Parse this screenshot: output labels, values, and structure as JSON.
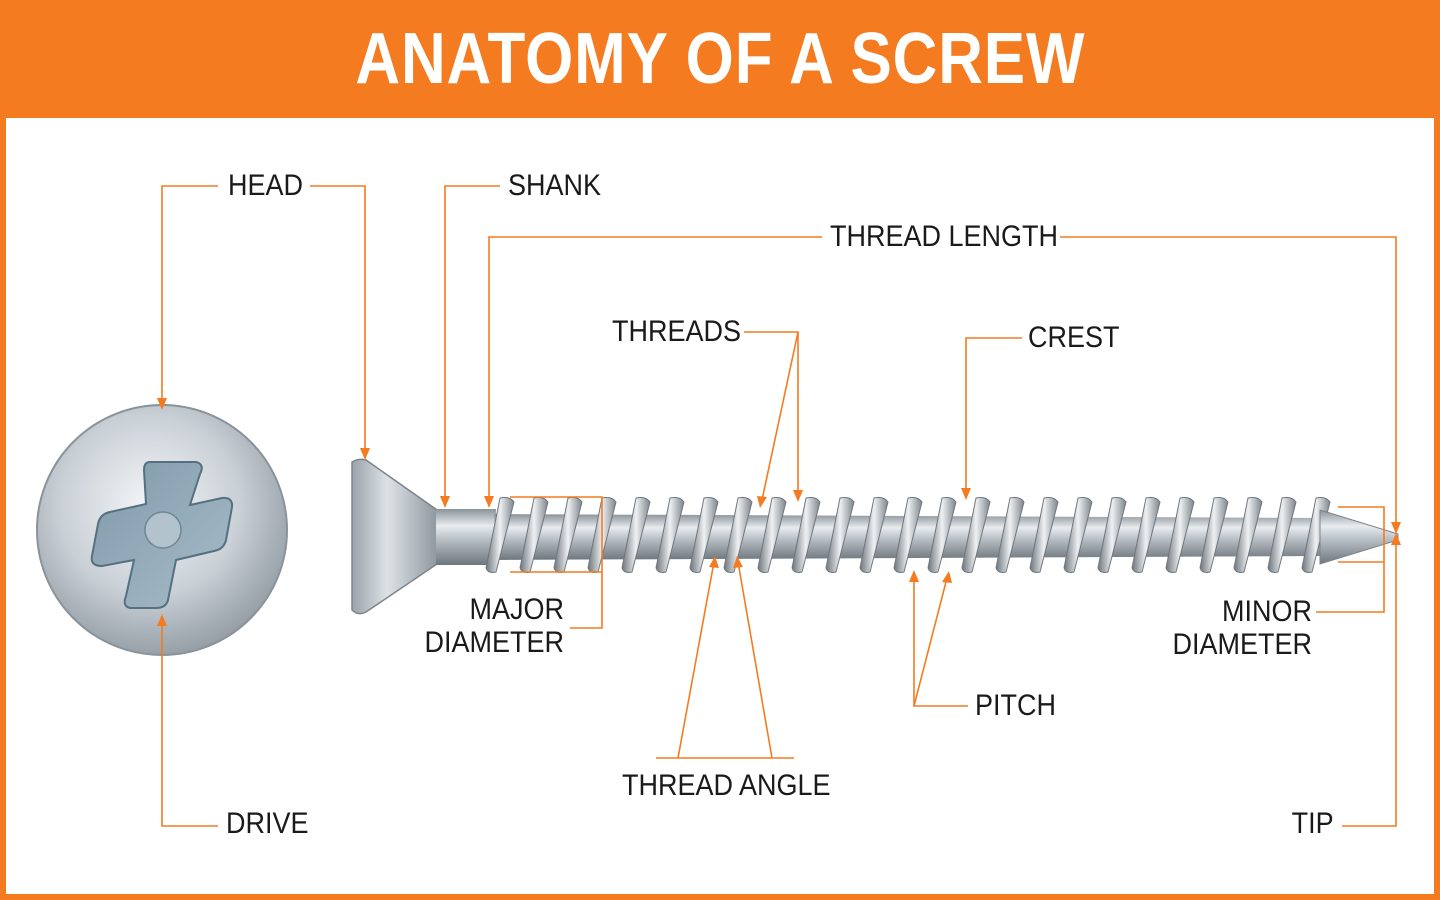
{
  "title": "ANATOMY OF A SCREW",
  "colors": {
    "accent": "#f47b20",
    "text": "#1a1a1a",
    "metal": "#c9ced3"
  },
  "labels": {
    "head": "HEAD",
    "shank": "SHANK",
    "thread_length": "THREAD LENGTH",
    "threads": "THREADS",
    "crest": "CREST",
    "major_diameter_line1": "MAJOR",
    "major_diameter_line2": "DIAMETER",
    "minor_diameter_line1": "MINOR",
    "minor_diameter_line2": "DIAMETER",
    "pitch": "PITCH",
    "thread_angle": "THREAD ANGLE",
    "drive": "DRIVE",
    "tip": "TIP"
  }
}
